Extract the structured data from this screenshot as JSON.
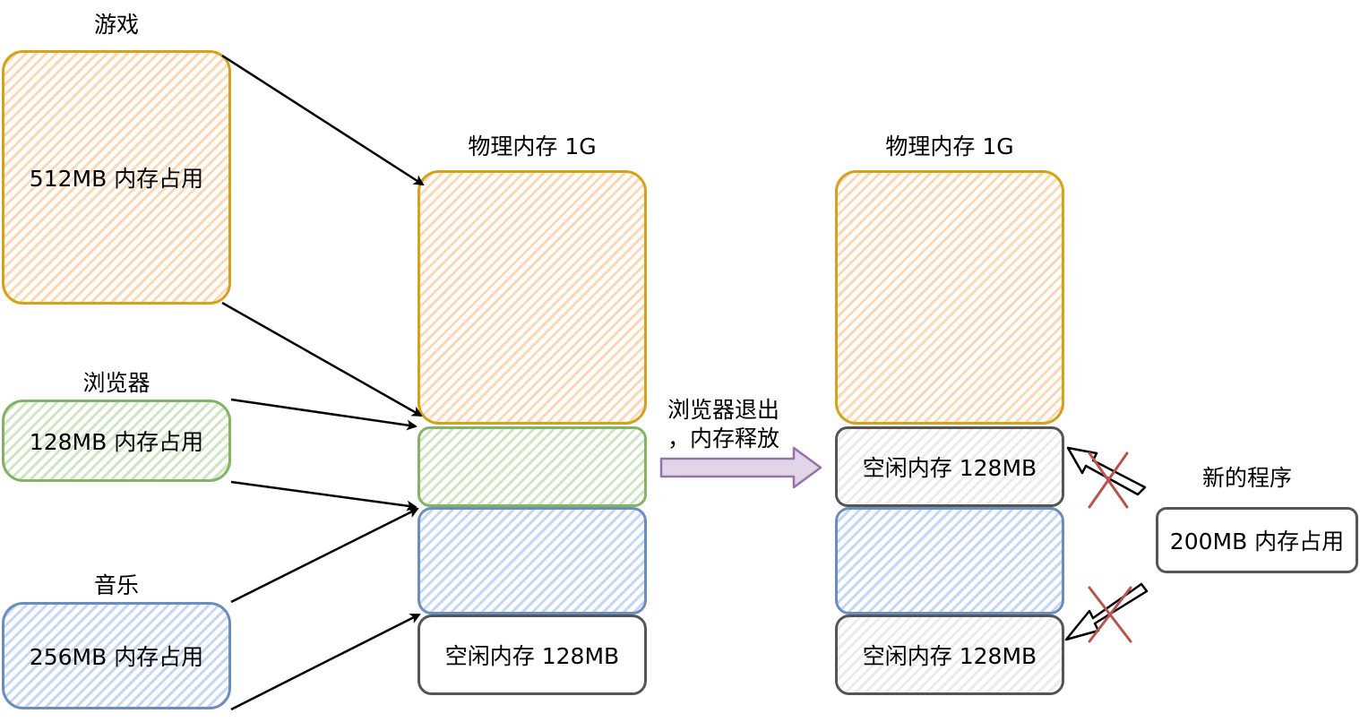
{
  "sources": {
    "game": {
      "title": "游戏",
      "box_text": "512MB 内存占用"
    },
    "browser": {
      "title": "浏览器",
      "box_text": "128MB 内存占用"
    },
    "music": {
      "title": "音乐",
      "box_text": "256MB 内存占用"
    }
  },
  "memory_before": {
    "title": "物理内存 1G",
    "free_label": "空闲内存 128MB"
  },
  "transition": {
    "line1": "浏览器退出",
    "line2": "，内存释放"
  },
  "memory_after": {
    "title": "物理内存 1G",
    "free_label_top": "空闲内存 128MB",
    "free_label_bottom": "空闲内存 128MB"
  },
  "new_program": {
    "title": "新的程序",
    "box_text": "200MB 内存占用"
  },
  "colors": {
    "game": "#d6a21a",
    "browser": "#82b366",
    "music": "#6c8ebf",
    "free": "#555555",
    "transition_arrow": "#9673a6",
    "cross": "#b85450"
  }
}
